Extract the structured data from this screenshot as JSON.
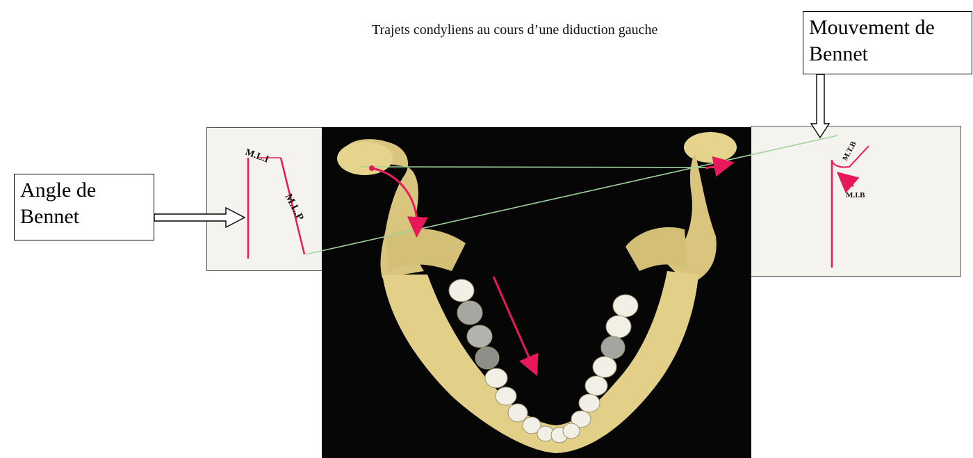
{
  "title": "Trajets condyliens au cours d’une diduction gauche",
  "callouts": {
    "angle_bennet": "Angle de Bennet",
    "mouvement_bennet": "Mouvement de Bennet"
  },
  "labels": {
    "mli": "M.L.I",
    "mlp": "M.L.P",
    "mtb": "M.T.B",
    "mib": "M.I.B"
  },
  "colors": {
    "trajectory": "#e8195a",
    "guide_line": "#9fd49a",
    "bone": "#e2d089",
    "background_photo": "#060606"
  }
}
